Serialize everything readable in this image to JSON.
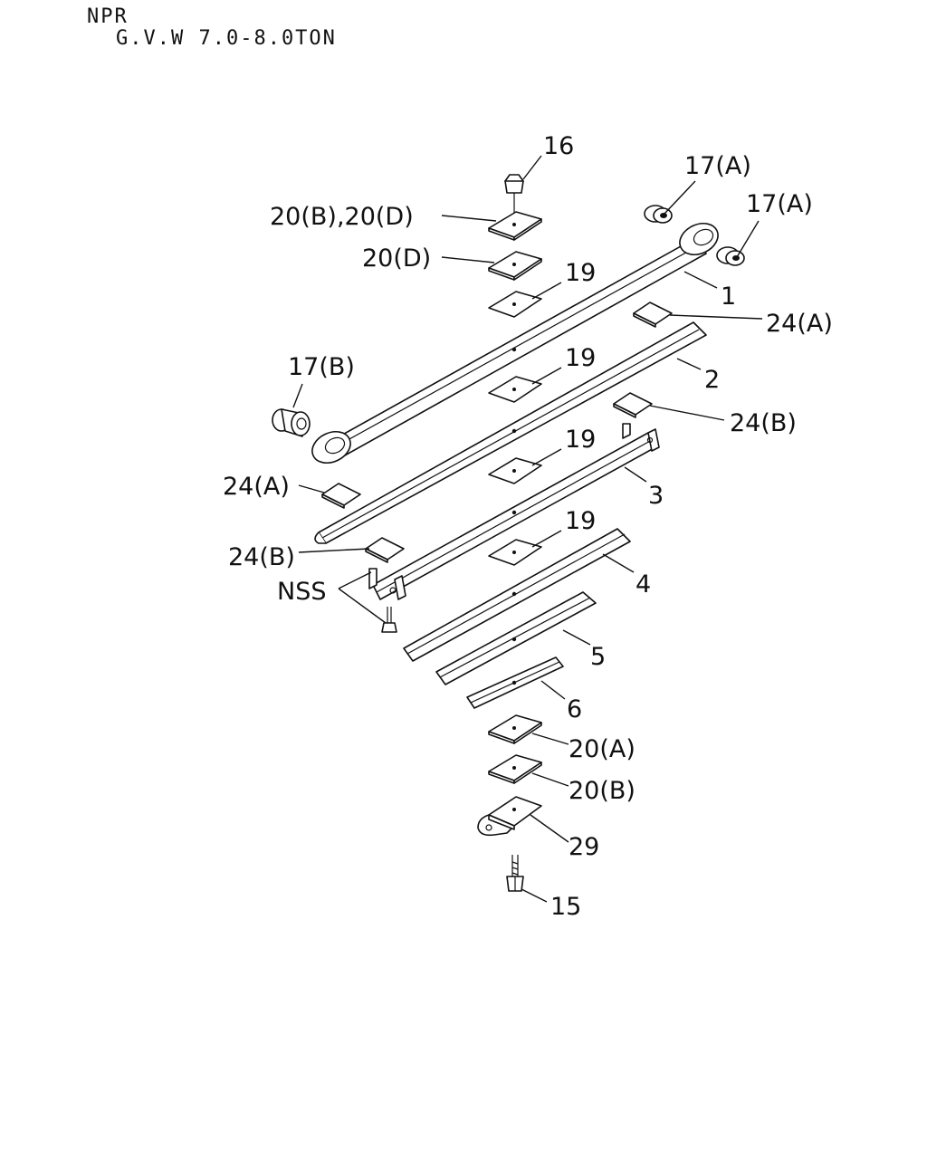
{
  "header": {
    "model": "NPR",
    "spec": "G.V.W 7.0-8.0TON"
  },
  "callouts": {
    "c16": "16",
    "c17a_top": "17(A)",
    "c17a_right": "17(A)",
    "c20bd": "20(B),20(D)",
    "c20d": "20(D)",
    "c19_a": "19",
    "c1": "1",
    "c24a_right": "24(A)",
    "c17b": "17(B)",
    "c19_b": "19",
    "c2": "2",
    "c24b_right": "24(B)",
    "c19_c": "19",
    "c24a_left": "24(A)",
    "c3": "3",
    "c19_d": "19",
    "c24b_left": "24(B)",
    "nss": "NSS",
    "c4": "4",
    "c5": "5",
    "c6": "6",
    "c20a": "20(A)",
    "c20b": "20(B)",
    "c29": "29",
    "c15": "15"
  }
}
